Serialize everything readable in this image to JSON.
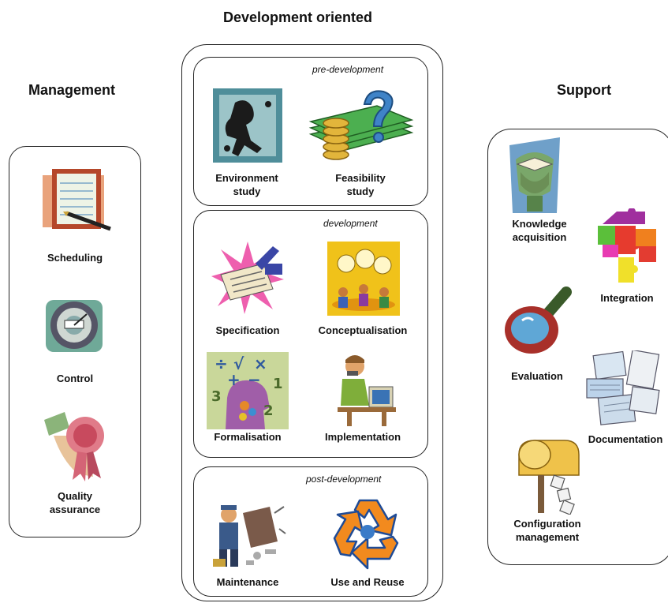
{
  "columns": {
    "management": {
      "heading": "Management",
      "items": [
        {
          "label": "Scheduling",
          "icon": "planner-pen-icon"
        },
        {
          "label": "Control",
          "icon": "gauge-dial-icon"
        },
        {
          "label": "Quality\nassurance",
          "icon": "award-ribbon-icon"
        }
      ]
    },
    "development": {
      "heading": "Development oriented",
      "phases": [
        {
          "name": "pre-development",
          "items": [
            {
              "label": "Environment\nstudy",
              "icon": "environment-figure-icon"
            },
            {
              "label": "Feasibility\nstudy",
              "icon": "money-question-icon"
            }
          ]
        },
        {
          "name": "development",
          "items": [
            {
              "label": "Specification",
              "icon": "signing-document-icon"
            },
            {
              "label": "Conceptualisation",
              "icon": "lightbulb-meeting-icon"
            },
            {
              "label": "Formalisation",
              "icon": "math-head-icon"
            },
            {
              "label": "Implementation",
              "icon": "programmer-computer-icon"
            }
          ]
        },
        {
          "name": "post-development",
          "items": [
            {
              "label": "Maintenance",
              "icon": "repair-worker-icon"
            },
            {
              "label": "Use and Reuse",
              "icon": "recycle-icon"
            }
          ]
        }
      ]
    },
    "support": {
      "heading": "Support",
      "items": [
        {
          "label": "Knowledge\nacquisition",
          "icon": "reading-head-icon"
        },
        {
          "label": "Integration",
          "icon": "puzzle-pieces-icon"
        },
        {
          "label": "Evaluation",
          "icon": "magnifier-icon"
        },
        {
          "label": "Documentation",
          "icon": "papers-stack-icon"
        },
        {
          "label": "Configuration\nmanagement",
          "icon": "mailbox-icon"
        }
      ]
    }
  }
}
